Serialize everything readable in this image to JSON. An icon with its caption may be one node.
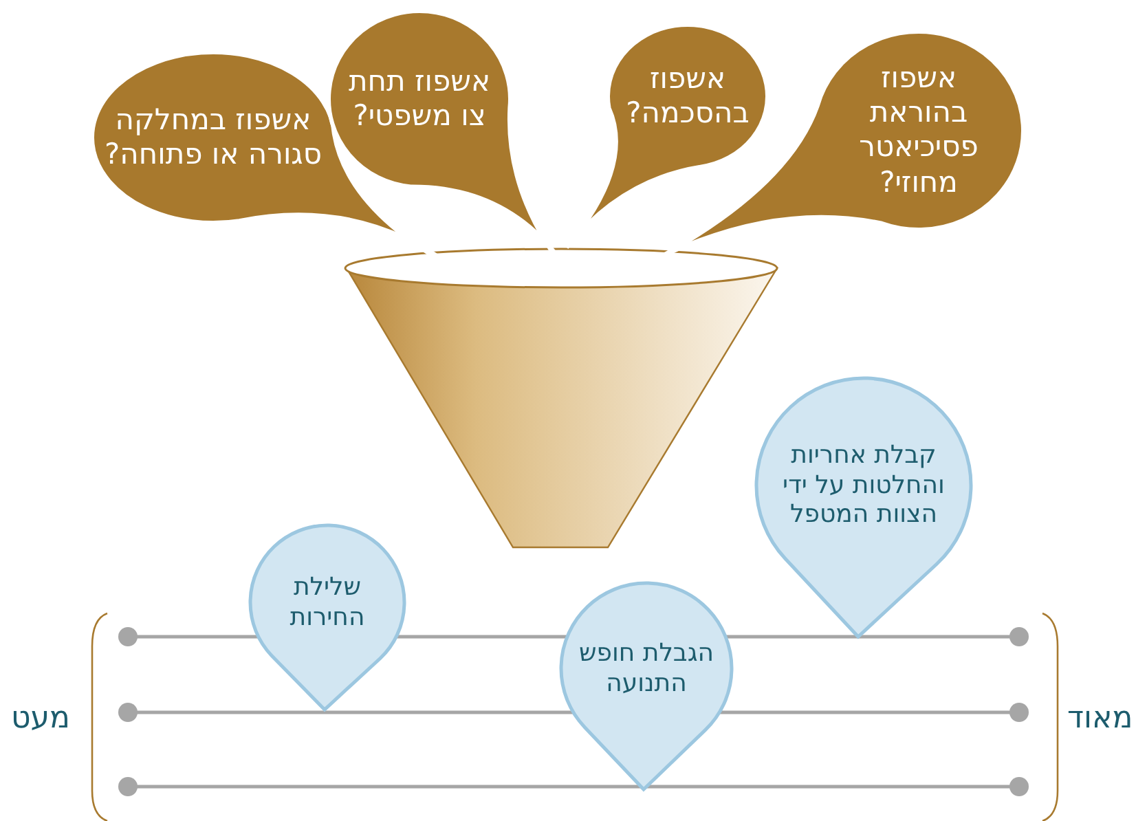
{
  "diagram": {
    "nodes": [
      {
        "text": [
          "אשפוז במחלקה סגורה או פתוחה?"
        ]
      },
      {
        "text": [
          "אשפוז תחת צו משפטי?"
        ]
      },
      {
        "text": [
          "אשפוז בהסכמה?"
        ]
      },
      {
        "text": [
          "אשפוז בהוראת פסיכיאטר מחוזי?"
        ]
      },
      {
        "text": [
          "שלילת החירות"
        ]
      },
      {
        "text": [
          "הגבלת חופש התנועה"
        ]
      },
      {
        "text": [
          "קבלת אחריות והחלטות על ידי הצוות המטפל"
        ]
      }
    ],
    "labels": [
      "מעט",
      "מאוד"
    ]
  }
}
